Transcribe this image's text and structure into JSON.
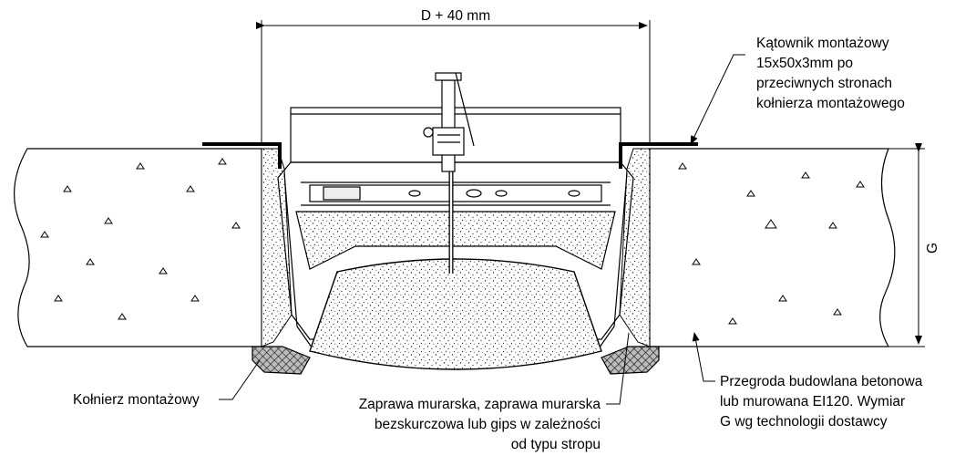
{
  "dimensions": {
    "width_label": "D + 40 mm",
    "height_label": "G"
  },
  "callouts": {
    "angle_bracket": [
      "Kątownik montażowy",
      "15x50x3mm po",
      "przeciwnych stronach",
      "kołnierza montażowego"
    ],
    "mounting_flange": "Kołnierz montażowy",
    "mortar": [
      "Zaprawa murarska, zaprawa murarska",
      "bezskurczowa lub gips w zależności",
      "od typu stropu"
    ],
    "partition": [
      "Przegroda budowlana betonowa",
      "lub murowana EI120. Wymiar",
      "G wg technologii dostawcy"
    ]
  }
}
